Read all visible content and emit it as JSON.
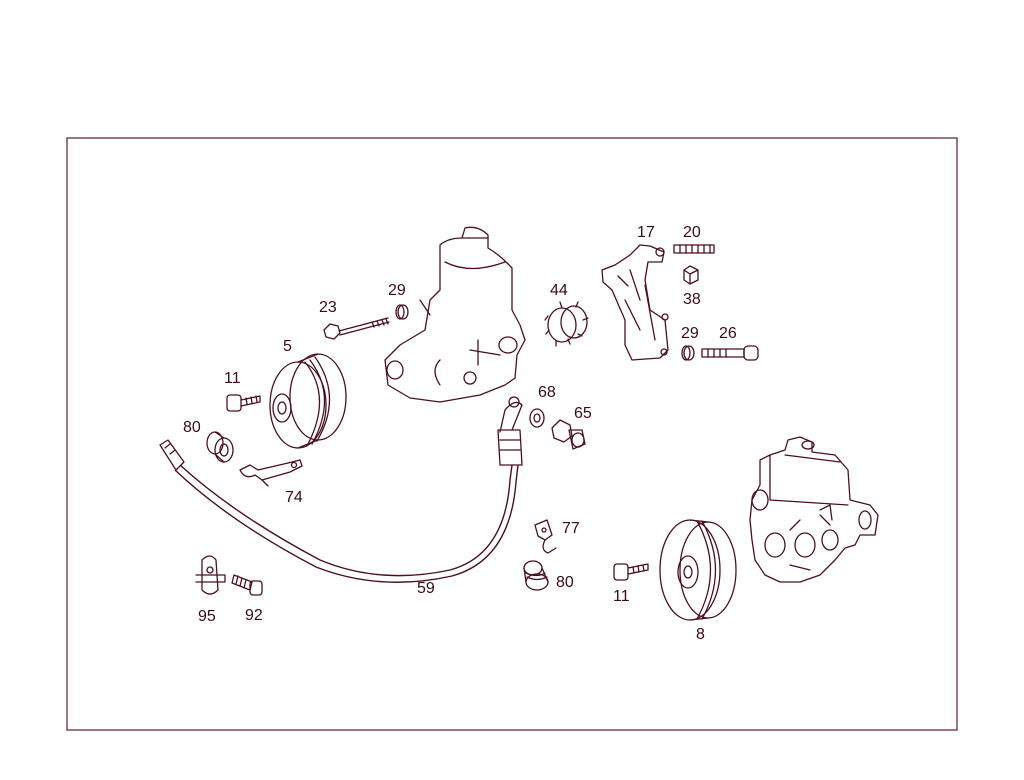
{
  "labels": {
    "l5": "5",
    "l8": "8",
    "l11a": "11",
    "l11b": "11",
    "l17": "17",
    "l20": "20",
    "l23": "23",
    "l26": "26",
    "l29a": "29",
    "l29b": "29",
    "l38": "38",
    "l44": "44",
    "l59": "59",
    "l65": "65",
    "l68": "68",
    "l74": "74",
    "l77": "77",
    "l80a": "80",
    "l80b": "80",
    "l92": "92",
    "l95": "95"
  },
  "colors": {
    "line": "#4a1020",
    "frame": "#5a1a2a",
    "text": "#3a0a18"
  }
}
